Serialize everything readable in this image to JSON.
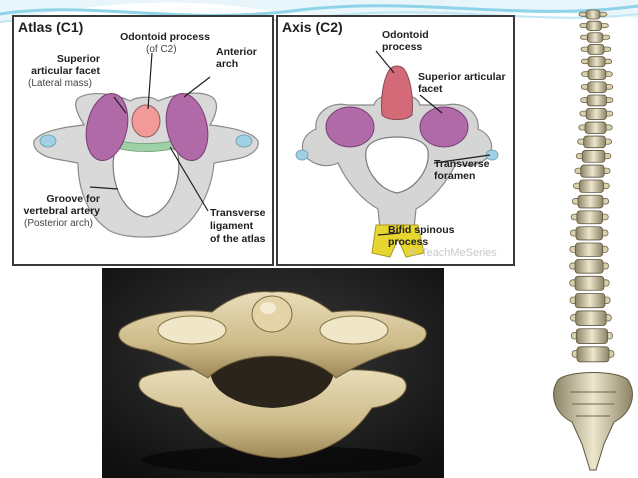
{
  "atlas_panel": {
    "title": "Atlas (C1)",
    "labels": {
      "odontoid": "Odontoid process",
      "odontoid_sub": "(of C2)",
      "anterior_arch_1": "Anterior",
      "anterior_arch_2": "arch",
      "superior_facet_1": "Superior",
      "superior_facet_2": "articular facet",
      "superior_facet_sub": "(Lateral mass)",
      "groove_1": "Groove for",
      "groove_2": "vertebral artery",
      "groove_sub": "(Posterior arch)",
      "transverse_1": "Transverse",
      "transverse_2": "ligament",
      "transverse_3": "of the atlas"
    }
  },
  "axis_panel": {
    "title": "Axis (C2)",
    "labels": {
      "odontoid_1": "Odontoid",
      "odontoid_2": "process",
      "superior_facet_1": "Superior articular",
      "superior_facet_2": "facet",
      "transverse_foramen_1": "Transverse",
      "transverse_foramen_2": "foramen",
      "bifid_1": "Bifid spinous",
      "bifid_2": "process"
    },
    "watermark": "© TeachMeSeries"
  },
  "colors": {
    "background": "#ffffff",
    "facet": "#b06aa8",
    "dens_atlas": "#f29a98",
    "dens_axis": "#d46a78",
    "ligament": "#9ed1a6",
    "foramen": "#9fd0e6",
    "spinous": "#e8d630",
    "bone": "#d8d8d8",
    "accent_swoosh": "#8fd3e8"
  },
  "icons": [
    "atlas-bone-illustration",
    "axis-bone-illustration",
    "atlas-photo",
    "spine-column-illustration"
  ]
}
